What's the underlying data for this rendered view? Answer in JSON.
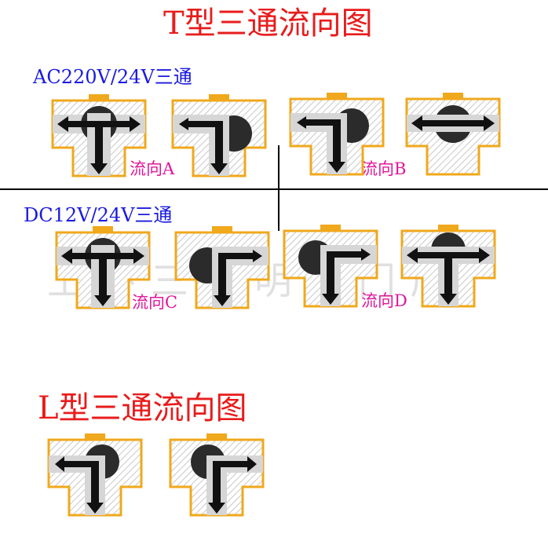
{
  "titles": {
    "t_type": "T型三通流向图",
    "l_type": "L型三通流向图"
  },
  "sections": {
    "ac": "AC220V/24V三通",
    "dc": "DC12V/24V三通"
  },
  "flows": {
    "a": "流向A",
    "b": "流向B",
    "c": "流向C",
    "d": "流向D"
  },
  "watermark": "上环三日明阀门厂",
  "colors": {
    "body_outline": "#f0a81c",
    "body_fill": "#ffffff",
    "hatch": "#c7c7c7",
    "channel": "#d6d6d6",
    "ball": "#2b2b2b",
    "arrow": "#111111",
    "title_red": "#e81c1c",
    "title_blue": "#1a1adf",
    "label_pink": "#e0169a"
  }
}
